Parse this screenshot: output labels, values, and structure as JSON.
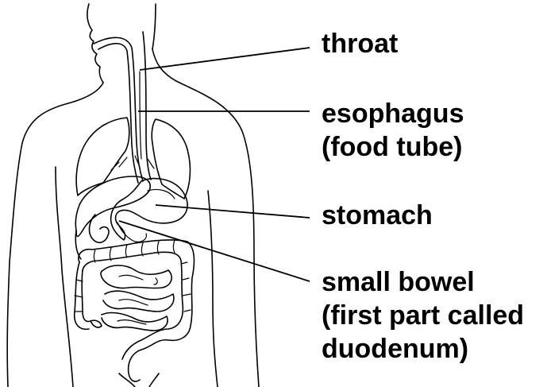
{
  "labels": {
    "throat": "throat",
    "esophagus_line1": "esophagus",
    "esophagus_line2": "(food tube)",
    "stomach": "stomach",
    "small_bowel_line1": "small bowel",
    "small_bowel_line2": "(first part called",
    "small_bowel_line3": "duodenum)"
  },
  "colors": {
    "ink": "#000000",
    "background": "#ffffff"
  }
}
